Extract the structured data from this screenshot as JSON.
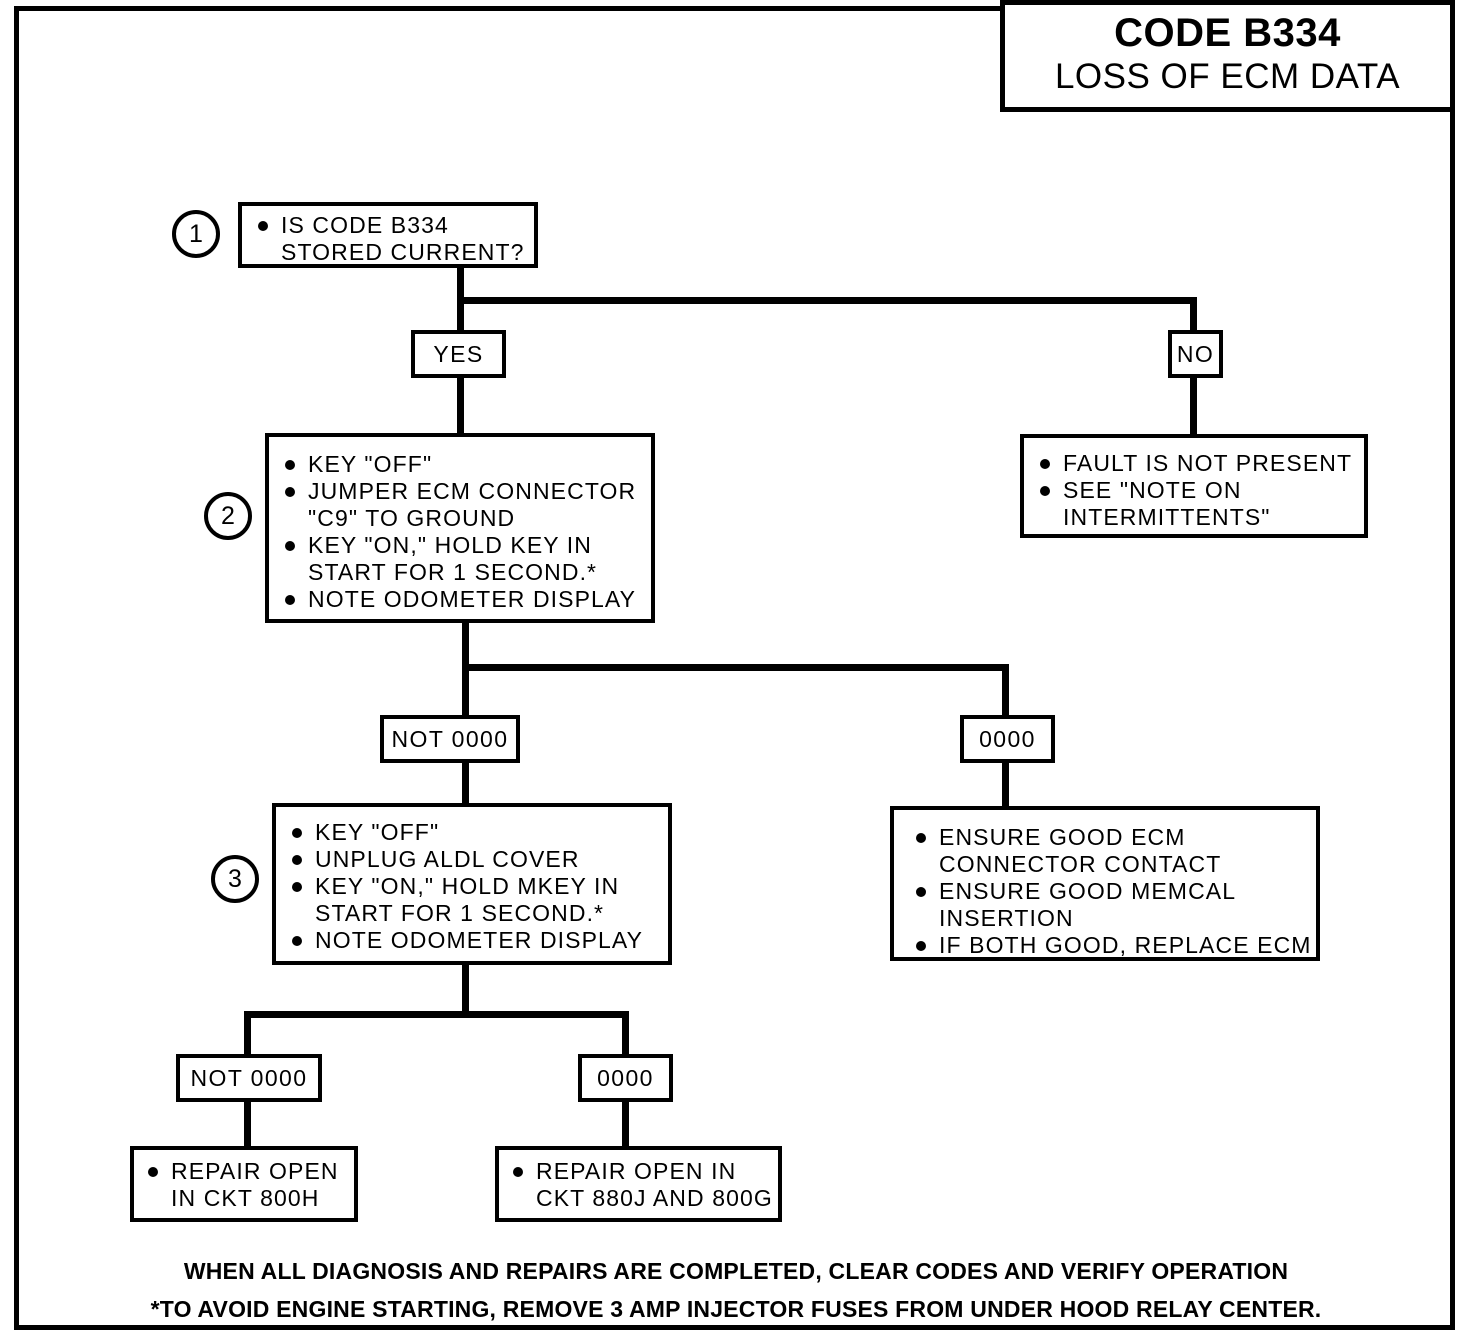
{
  "header": {
    "code": "CODE B334",
    "subtitle": "LOSS OF ECM DATA"
  },
  "steps": {
    "one": "1",
    "two": "2",
    "three": "3"
  },
  "nodes": {
    "q1": {
      "lines": [
        {
          "bullet": true,
          "text": "IS CODE B334"
        },
        {
          "bullet": false,
          "text": "STORED CURRENT?"
        }
      ]
    },
    "step2": {
      "lines": [
        {
          "bullet": true,
          "text": "KEY \"OFF\""
        },
        {
          "bullet": true,
          "text": "JUMPER ECM CONNECTOR"
        },
        {
          "bullet": false,
          "text": "\"C9\" TO GROUND"
        },
        {
          "bullet": true,
          "text": "KEY \"ON,\" HOLD KEY IN"
        },
        {
          "bullet": false,
          "text": "START FOR 1 SECOND.*"
        },
        {
          "bullet": true,
          "text": "NOTE ODOMETER DISPLAY"
        }
      ]
    },
    "no_fault": {
      "lines": [
        {
          "bullet": true,
          "text": "FAULT IS NOT PRESENT"
        },
        {
          "bullet": true,
          "text": "SEE \"NOTE ON"
        },
        {
          "bullet": false,
          "text": "INTERMITTENTS\""
        }
      ]
    },
    "step3": {
      "lines": [
        {
          "bullet": true,
          "text": "KEY \"OFF\""
        },
        {
          "bullet": true,
          "text": "UNPLUG ALDL COVER"
        },
        {
          "bullet": true,
          "text": "KEY \"ON,\" HOLD MKEY IN"
        },
        {
          "bullet": false,
          "text": "START FOR 1 SECOND.*"
        },
        {
          "bullet": true,
          "text": "NOTE ODOMETER DISPLAY"
        }
      ]
    },
    "ecm_check": {
      "lines": [
        {
          "bullet": true,
          "text": "ENSURE GOOD ECM"
        },
        {
          "bullet": false,
          "text": "CONNECTOR CONTACT"
        },
        {
          "bullet": true,
          "text": "ENSURE GOOD MEMCAL"
        },
        {
          "bullet": false,
          "text": "INSERTION"
        },
        {
          "bullet": true,
          "text": "IF BOTH GOOD, REPLACE ECM"
        }
      ]
    },
    "repair_800h": {
      "lines": [
        {
          "bullet": true,
          "text": "REPAIR OPEN"
        },
        {
          "bullet": false,
          "text": "IN CKT 800H"
        }
      ]
    },
    "repair_880j": {
      "lines": [
        {
          "bullet": true,
          "text": "REPAIR OPEN IN"
        },
        {
          "bullet": false,
          "text": "CKT 880J AND 800G"
        }
      ]
    }
  },
  "branch_labels": {
    "yes": "YES",
    "no": "NO",
    "not_0000_a": "NOT 0000",
    "zeros_a": "0000",
    "not_0000_b": "NOT 0000",
    "zeros_b": "0000"
  },
  "footer": {
    "line1": "WHEN ALL DIAGNOSIS AND REPAIRS ARE COMPLETED, CLEAR CODES AND VERIFY OPERATION",
    "line2": "*TO AVOID ENGINE STARTING, REMOVE 3 AMP INJECTOR FUSES FROM UNDER HOOD RELAY CENTER."
  },
  "colors": {
    "ink": "#000000",
    "paper": "#ffffff"
  }
}
